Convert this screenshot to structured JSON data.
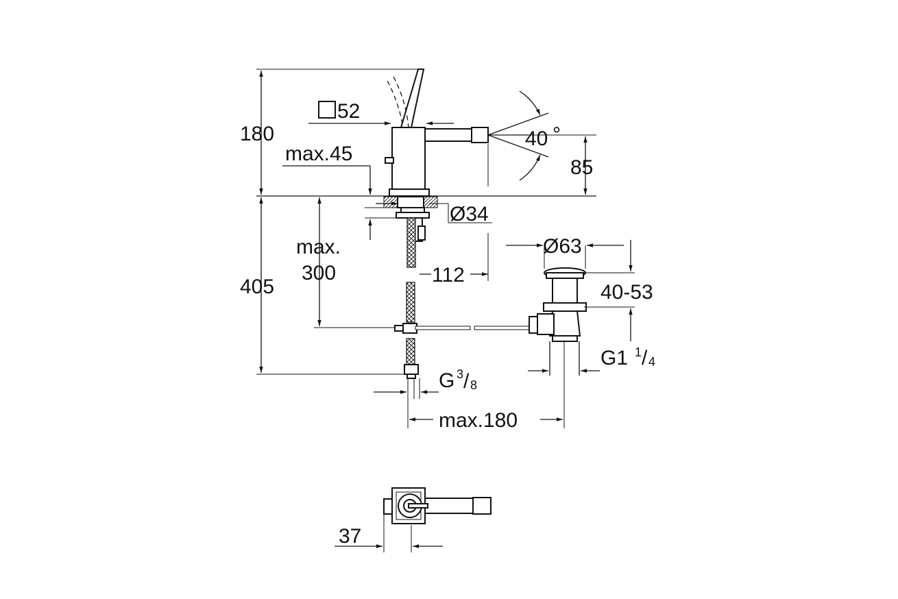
{
  "dimensions": {
    "height_total": "180",
    "square_size": "52",
    "max_thickness": "max.45",
    "angle": "40",
    "angle_unit": "°",
    "spout_height": "85",
    "hole_diameter": "Ø34",
    "max_below_line1": "max.",
    "max_below_line2": "300",
    "below_height": "405",
    "spout_reach": "112",
    "waste_diameter": "Ø63",
    "waste_range": "40-53",
    "waste_thread_base": "G1",
    "waste_thread_num": "1",
    "waste_thread_slash": "/",
    "waste_thread_den": "4",
    "supply_thread_base": "G",
    "supply_thread_num": "3",
    "supply_thread_slash": "/",
    "supply_thread_den": "8",
    "max_waste_offset": "max.180",
    "plan_offset": "37"
  }
}
